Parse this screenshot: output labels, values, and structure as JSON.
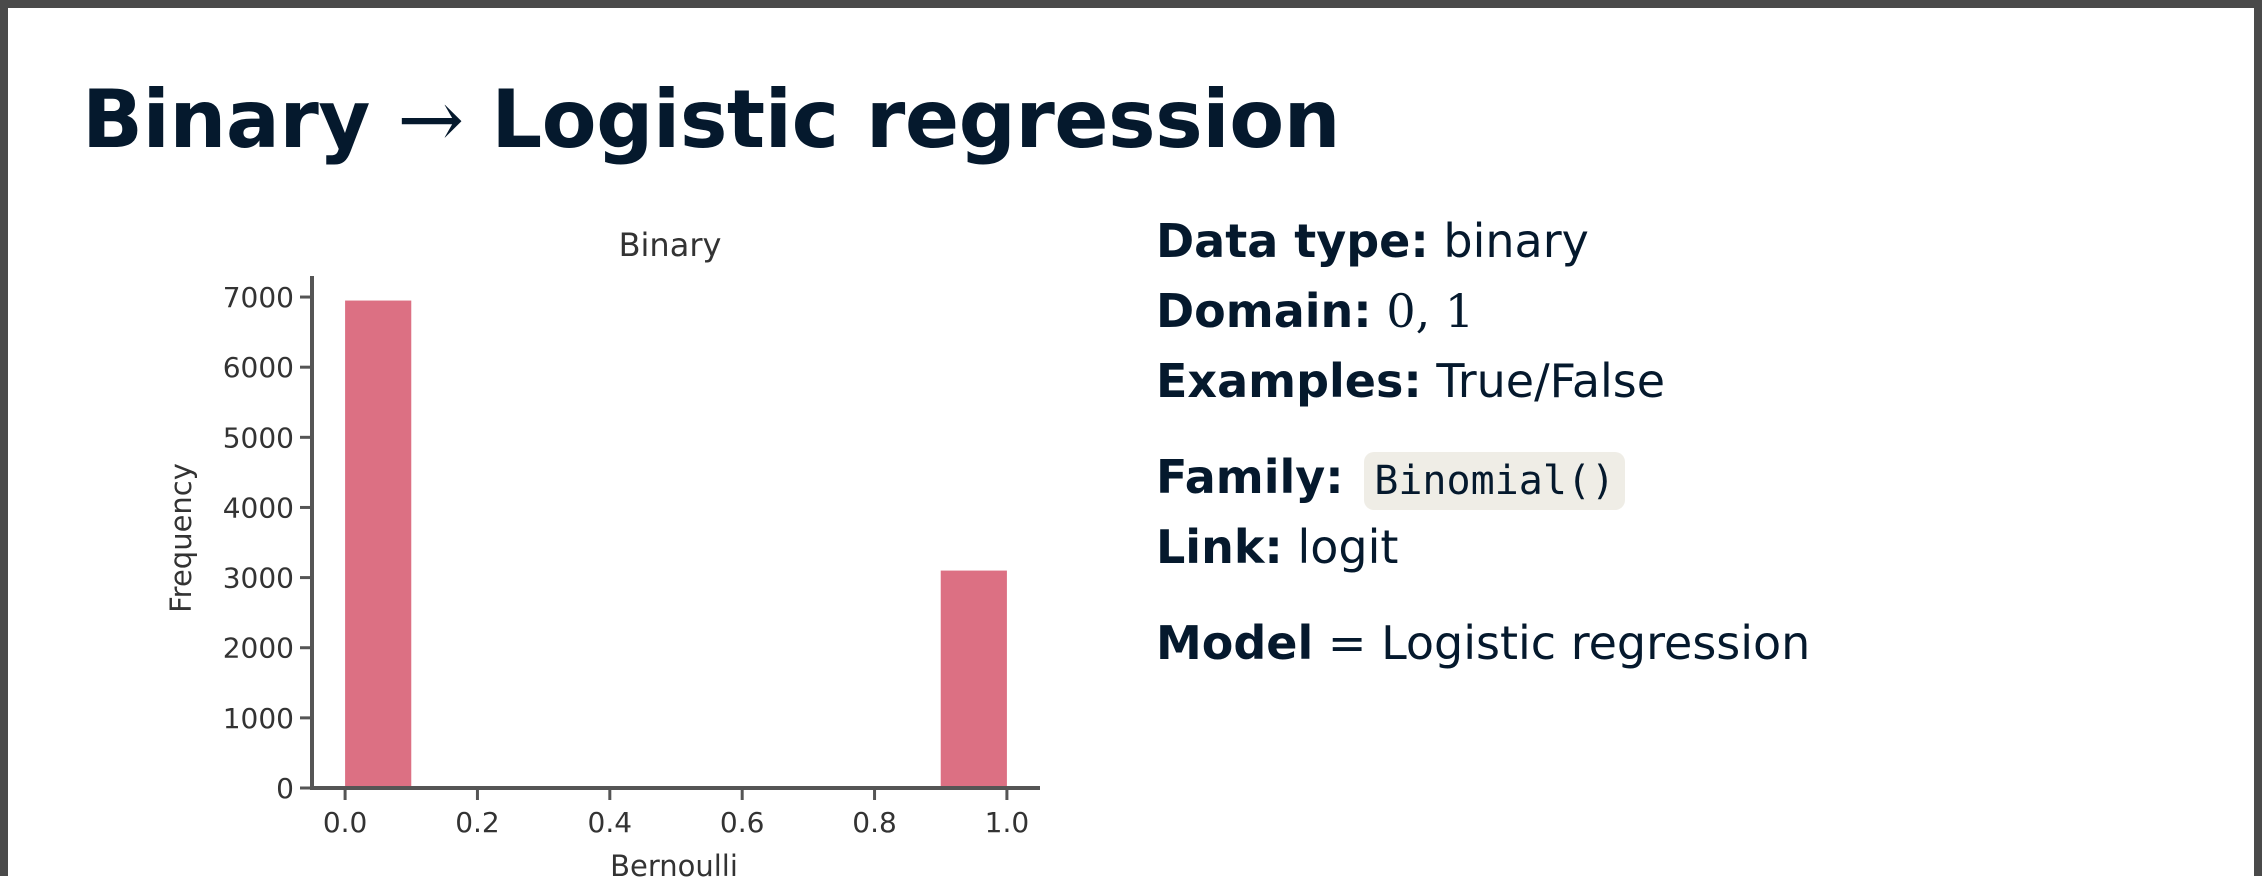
{
  "slide": {
    "title_left": "Binary",
    "title_arrow": "→",
    "title_right": "Logistic regression"
  },
  "info": {
    "data_type_key": "Data type",
    "data_type_value": "binary",
    "domain_key": "Domain",
    "domain_value": "0, 1",
    "examples_key": "Examples",
    "examples_value": "True/False",
    "family_key": "Family",
    "family_value": "Binomial()",
    "link_key": "Link",
    "link_value": "logit",
    "model_key": "Model",
    "model_value": "Logistic regression"
  },
  "chart_data": {
    "type": "bar",
    "title": "Binary",
    "xlabel": "Bernoulli",
    "ylabel": "Frequency",
    "bins": [
      [
        0.0,
        0.1
      ],
      [
        0.9,
        1.0
      ]
    ],
    "values": [
      6950,
      3100
    ],
    "xlim": [
      -0.05,
      1.05
    ],
    "ylim": [
      0,
      7300
    ],
    "xticks": [
      0.0,
      0.2,
      0.4,
      0.6,
      0.8,
      1.0
    ],
    "xtick_labels": [
      "0.0",
      "0.2",
      "0.4",
      "0.6",
      "0.8",
      "1.0"
    ],
    "yticks": [
      0,
      1000,
      2000,
      3000,
      4000,
      5000,
      6000,
      7000
    ],
    "ytick_labels": [
      "0",
      "1000",
      "2000",
      "3000",
      "4000",
      "5000",
      "6000",
      "7000"
    ],
    "bar_color": "#dc7083",
    "grid": false
  }
}
